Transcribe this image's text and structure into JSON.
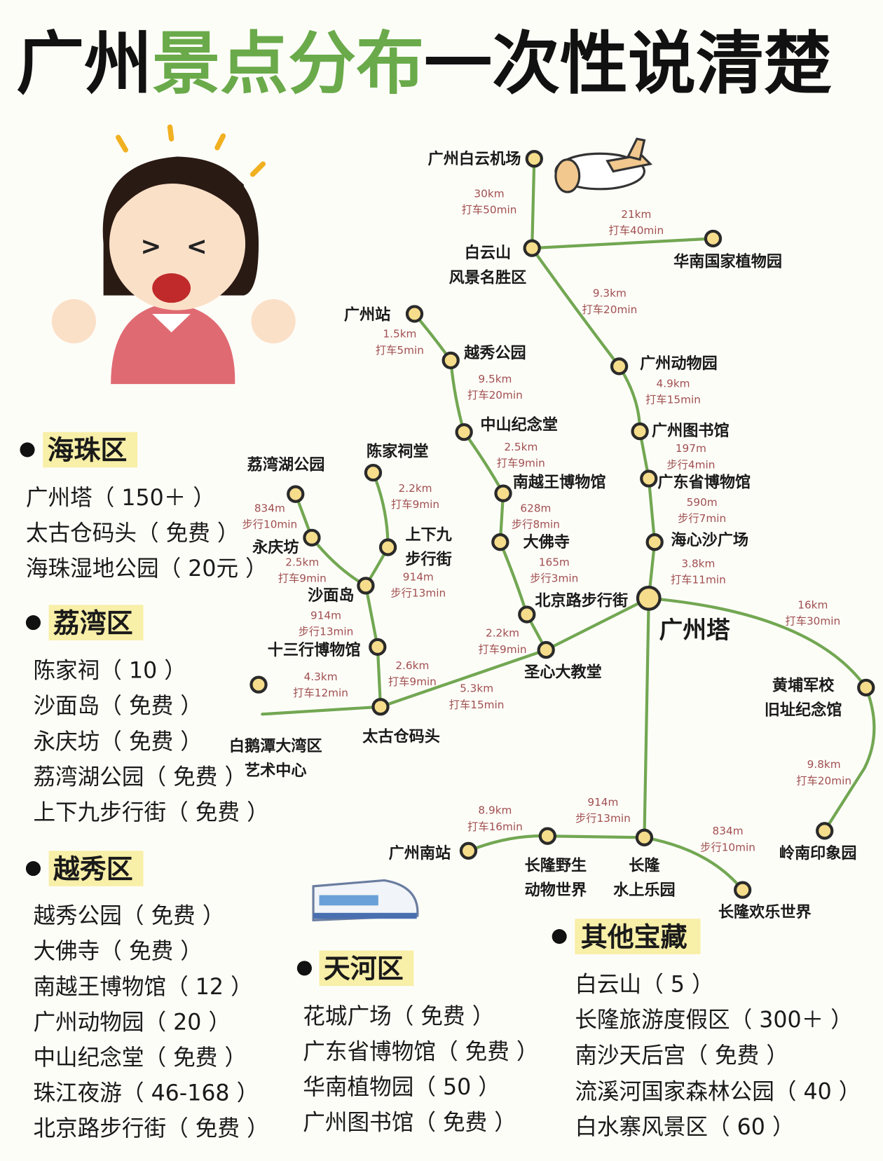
{
  "title": {
    "part1": "广州",
    "part2": "景点分布",
    "part3": "一次性说清楚",
    "accent_color": "#6aaa4a"
  },
  "map": {
    "stations": {
      "airport": "广州白云机场",
      "baiyun_1": "白云山",
      "baiyun_2": "风景名胜区",
      "huanan": "华南国家植物园",
      "gz_station": "广州站",
      "yuexiu_park": "越秀公园",
      "zhongshan": "中山纪念堂",
      "nanyue": "南越王博物馆",
      "dafo": "大佛寺",
      "beijing_rd": "北京路步行街",
      "shengxin": "圣心大教堂",
      "zoo": "广州动物园",
      "library": "广州图书馆",
      "prov_museum": "广东省博物馆",
      "haixinsha": "海心沙广场",
      "tower": "广州塔",
      "huangpu_1": "黄埔军校",
      "huangpu_2": "旧址纪念馆",
      "lingnan": "岭南印象园",
      "happy": "长隆欢乐世界",
      "water_1": "长隆",
      "water_2": "水上乐园",
      "wildlife_1": "长隆野生",
      "wildlife_2": "动物世界",
      "south_station": "广州南站",
      "taikoo": "太古仓码头",
      "baietan_1": "白鹅潭大湾区",
      "baietan_2": "艺术中心",
      "shisanhang": "十三行博物馆",
      "shamian": "沙面岛",
      "yongqing": "永庆坊",
      "liwan_lake": "荔湾湖公园",
      "chen_clan": "陈家祠堂",
      "shangxiajiu_1": "上下九",
      "shangxiajiu_2": "步行街"
    },
    "routes": [
      {
        "dist": "30km",
        "time": "打车50min"
      },
      {
        "dist": "21km",
        "time": "打车40min"
      },
      {
        "dist": "9.3km",
        "time": "打车20min"
      },
      {
        "dist": "4.9km",
        "time": "打车15min"
      },
      {
        "dist": "197m",
        "time": "步行4min"
      },
      {
        "dist": "590m",
        "time": "步行7min"
      },
      {
        "dist": "3.8km",
        "time": "打车11min"
      },
      {
        "dist": "16km",
        "time": "打车30min"
      },
      {
        "dist": "9.8km",
        "time": "打车20min"
      },
      {
        "dist": "834m",
        "time": "步行10min"
      },
      {
        "dist": "914m",
        "time": "步行13min"
      },
      {
        "dist": "8.9km",
        "time": "打车16min"
      },
      {
        "dist": "1.5km",
        "time": "打车5min"
      },
      {
        "dist": "9.5km",
        "time": "打车20min"
      },
      {
        "dist": "2.5km",
        "time": "打车9min"
      },
      {
        "dist": "628m",
        "time": "步行8min"
      },
      {
        "dist": "165m",
        "time": "步行3min"
      },
      {
        "dist": "2.2km",
        "time": "打车9min"
      },
      {
        "dist": "5.3km",
        "time": "打车15min"
      },
      {
        "dist": "2.6km",
        "time": "打车9min"
      },
      {
        "dist": "4.3km",
        "time": "打车12min"
      },
      {
        "dist": "914m",
        "time": "步行13min"
      },
      {
        "dist": "2.5km",
        "time": "打车9min"
      },
      {
        "dist": "834m",
        "time": "步行10min"
      },
      {
        "dist": "2.2km",
        "time": "打车9min"
      },
      {
        "dist": "914m",
        "time": "步行13min"
      }
    ]
  },
  "districts": [
    {
      "name": "海珠区",
      "items": [
        "广州塔（ 150＋ ）",
        "太古仓码头（ 免费 ）",
        "海珠湿地公园（ 20元 ）"
      ]
    },
    {
      "name": "荔湾区",
      "items": [
        "陈家祠（ 10 ）",
        "沙面岛（ 免费 ）",
        "永庆坊（ 免费 ）",
        "荔湾湖公园（ 免费 ）",
        "上下九步行街（ 免费 ）"
      ]
    },
    {
      "name": "越秀区",
      "items": [
        "越秀公园（ 免费 ）",
        "大佛寺（ 免费 ）",
        "南越王博物馆（ 12 ）",
        "广州动物园（ 20 ）",
        "中山纪念堂（ 免费 ）",
        "珠江夜游（ 46-168 ）",
        "北京路步行街（ 免费 ）"
      ]
    },
    {
      "name": "天河区",
      "items": [
        "花城广场（ 免费 ）",
        "广东省博物馆（ 免费 ）",
        "华南植物园（ 50 ）",
        "广州图书馆（ 免费 ）"
      ]
    },
    {
      "name": "其他宝藏",
      "items": [
        "白云山（ 5 ）",
        "长隆旅游度假区（ 300＋ ）",
        "南沙天后宫（ 免费 ）",
        "流溪河国家森林公园（ 40 ）",
        "白水寨风景区（ 60 ）"
      ]
    }
  ]
}
